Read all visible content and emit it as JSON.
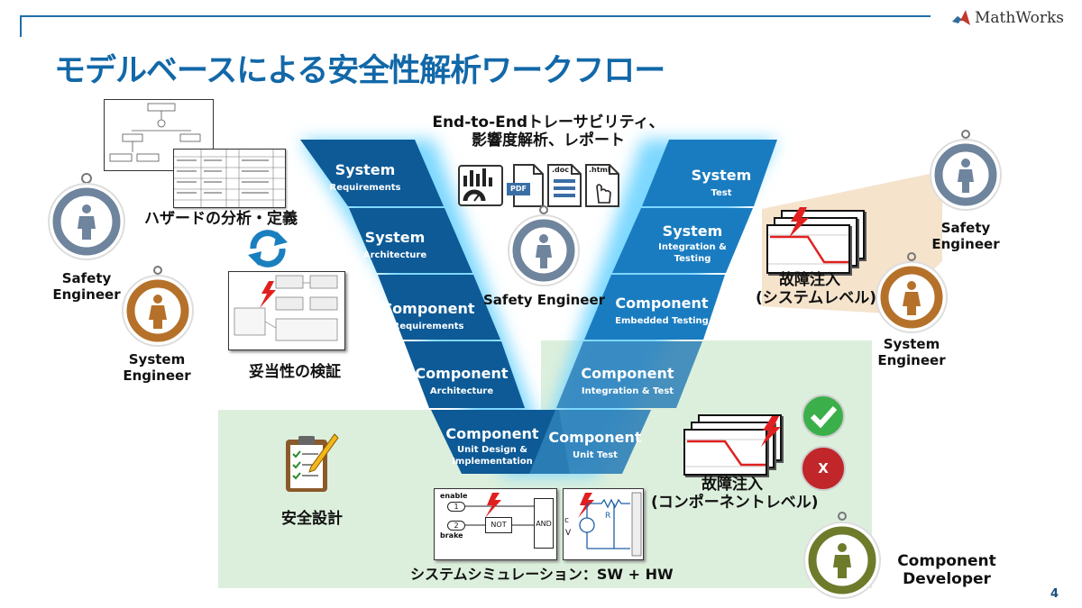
{
  "header": {
    "title": "モデルベースによる安全性解析ワークフロー",
    "logo_text": "MathWorks",
    "page_number": "4"
  },
  "v_model": {
    "left": [
      {
        "title": "System",
        "sub": "Requirements"
      },
      {
        "title": "System",
        "sub": "Architecture"
      },
      {
        "title": "Component",
        "sub": "Requirements"
      },
      {
        "title": "Component",
        "sub": "Architecture"
      },
      {
        "title": "Component",
        "sub": "Unit Design &",
        "sub2": "Implementation"
      }
    ],
    "right": [
      {
        "title": "System",
        "sub": "Test"
      },
      {
        "title": "System",
        "sub": "Integration &",
        "sub2": "Testing"
      },
      {
        "title": "Component",
        "sub": "Embedded Testing"
      },
      {
        "title": "Component",
        "sub": "Integration & Test"
      },
      {
        "title": "Component",
        "sub": "Unit Test"
      }
    ]
  },
  "labels": {
    "traceability_line1": "End-to-Endトレーサビリティ、",
    "traceability_line2": "影響度解析、レポート",
    "hazard_analysis": "ハザードの分析・定義",
    "validation": "妥当性の検証",
    "safe_design": "安全設計",
    "fault_injection_system_1": "故障注入",
    "fault_injection_system_2": "(システムレベル)",
    "fault_injection_component_1": "故障注入",
    "fault_injection_component_2": "(コンポーネントレベル)",
    "system_simulation": "システムシミュレーション：SW + HW"
  },
  "roles": {
    "safety_engineer_left_1": "Safety",
    "safety_engineer_left_2": "Engineer",
    "system_engineer_left_1": "System",
    "system_engineer_left_2": "Engineer",
    "safety_engineer_center": "Safety Engineer",
    "safety_engineer_right_1": "Safety",
    "safety_engineer_right_2": "Engineer",
    "system_engineer_right_1": "System",
    "system_engineer_right_2": "Engineer",
    "component_developer_1": "Component",
    "component_developer_2": "Developer"
  },
  "report_icons": {
    "pdf": "PDF",
    "doc": ".doc",
    "html": ".html"
  },
  "simulink": {
    "enable": "enable",
    "brake": "brake",
    "port1": "1",
    "port2": "2",
    "not": "NOT",
    "and": "AND",
    "r": "R",
    "c": "c",
    "v": "V"
  },
  "status": {
    "fail": "X"
  },
  "colors": {
    "title": "#1268a8",
    "v_dark": "#0d5a96",
    "v_light": "#1a7cc0",
    "bronze": "#b5712a",
    "slate": "#6f849d",
    "olive": "#6d7b2b",
    "green_zone": "#dcefdc",
    "peach": "#f5e3cc"
  }
}
